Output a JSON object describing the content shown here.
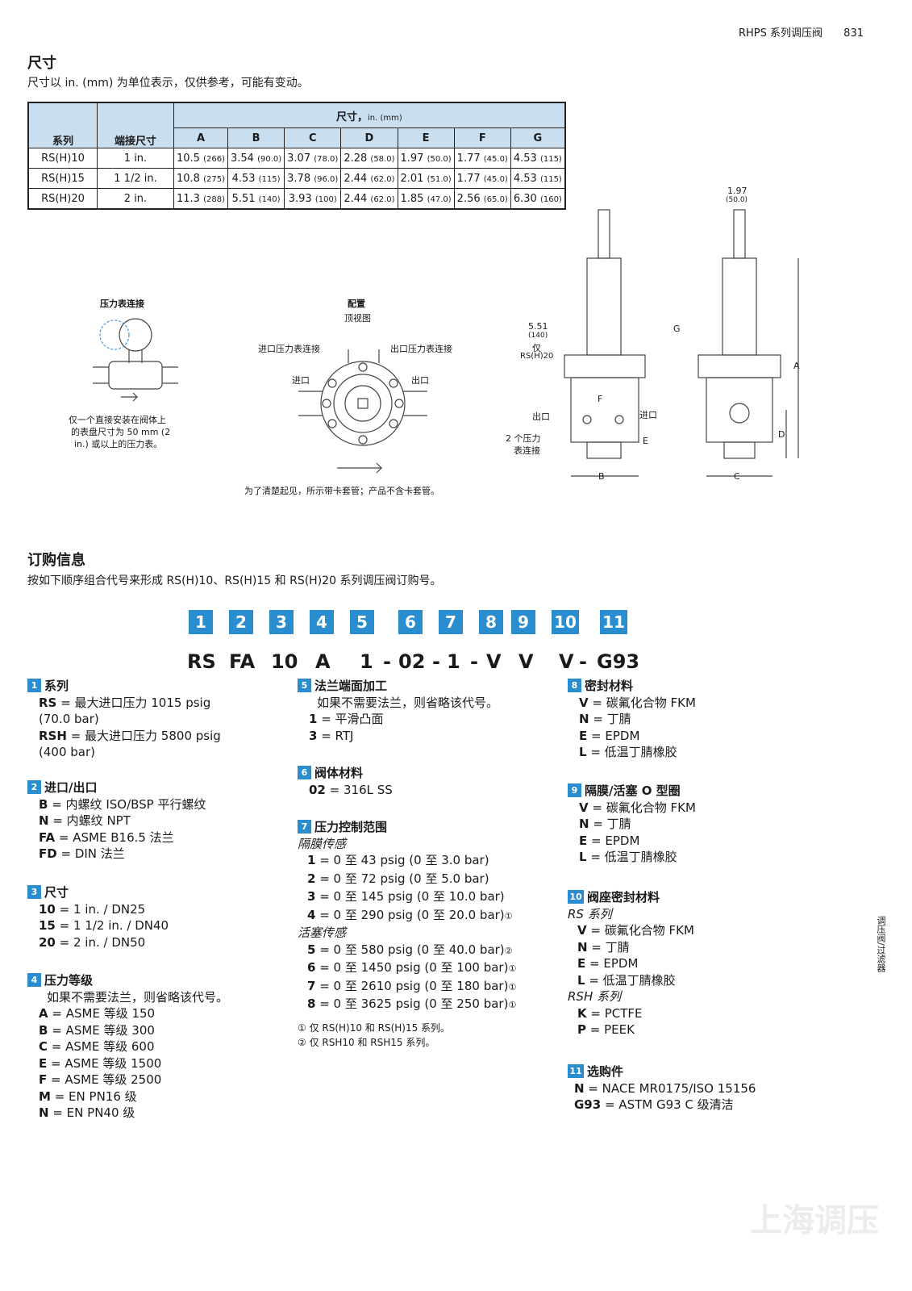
{
  "header": {
    "title": "RHPS  系列调压阀",
    "page": "831"
  },
  "dims": {
    "heading": "尺寸",
    "note": "尺寸以 in. (mm) 为单位表示，仅供参考，可能有变动。",
    "table": {
      "h_series": "系列",
      "h_end": "端接尺寸",
      "h_dim": "尺寸，",
      "h_unit": "in. (mm)",
      "cols": [
        "A",
        "B",
        "C",
        "D",
        "E",
        "F",
        "G"
      ],
      "rows": [
        {
          "s": "RS(H)10",
          "e": "1 in.",
          "v": [
            [
              "10.5",
              "(266)"
            ],
            [
              "3.54",
              "(90.0)"
            ],
            [
              "3.07",
              "(78.0)"
            ],
            [
              "2.28",
              "(58.0)"
            ],
            [
              "1.97",
              "(50.0)"
            ],
            [
              "1.77",
              "(45.0)"
            ],
            [
              "4.53",
              "(115)"
            ]
          ]
        },
        {
          "s": "RS(H)15",
          "e": "1 1/2 in.",
          "v": [
            [
              "10.8",
              "(275)"
            ],
            [
              "4.53",
              "(115)"
            ],
            [
              "3.78",
              "(96.0)"
            ],
            [
              "2.44",
              "(62.0)"
            ],
            [
              "2.01",
              "(51.0)"
            ],
            [
              "1.77",
              "(45.0)"
            ],
            [
              "4.53",
              "(115)"
            ]
          ]
        },
        {
          "s": "RS(H)20",
          "e": "2 in.",
          "v": [
            [
              "11.3",
              "(288)"
            ],
            [
              "5.51",
              "(140)"
            ],
            [
              "3.93",
              "(100)"
            ],
            [
              "2.44",
              "(62.0)"
            ],
            [
              "1.85",
              "(47.0)"
            ],
            [
              "2.56",
              "(65.0)"
            ],
            [
              "6.30",
              "(160)"
            ]
          ]
        }
      ]
    }
  },
  "diagram": {
    "gauge_title": "压力表连接",
    "gauge_note1": "仅一个直接安装在阀体上",
    "gauge_note2": "的表盘尺寸为 50 mm (2",
    "gauge_note3": "in.) 或以上的压力表。",
    "config_title": "配置",
    "config_sub": "顶视图",
    "in_gauge": "进口压力表连接",
    "out_gauge": "出口压力表连接",
    "inlet": "进口",
    "outlet": "出口",
    "clip_note": "为了清楚起见，所示带卡套管；产品不含卡套管。",
    "dim_551": "5.51",
    "dim_140": "(140)",
    "dim_only": "仅",
    "dim_rsh20": "RS(H)20",
    "dim_197": "1.97",
    "dim_50": "(50.0)",
    "two_gauge1": "2 个压力",
    "two_gauge2": "表连接",
    "letters": {
      "A": "A",
      "B": "B",
      "C": "C",
      "D": "D",
      "E": "E",
      "F": "F",
      "G": "G"
    }
  },
  "order": {
    "heading": "订购信息",
    "note": "按如下顺序组合代号来形成 RS(H)10、RS(H)15 和 RS(H)20 系列调压阀订购号。",
    "boxes": [
      "1",
      "2",
      "3",
      "4",
      "5",
      "6",
      "7",
      "8",
      "9",
      "10",
      "11"
    ],
    "code": [
      "RS",
      "FA",
      "10",
      "A",
      "1",
      "-",
      "02",
      "-",
      "1",
      "-",
      "V",
      "V",
      "V",
      "-",
      "G93"
    ]
  },
  "sections": {
    "s1": {
      "n": "1",
      "t": "系列",
      "items": [
        [
          "RS",
          "= 最大进口压力 1015 psig"
        ],
        [
          "",
          "(70.0 bar)"
        ],
        [
          "RSH",
          "= 最大进口压力 5800 psig"
        ],
        [
          "",
          "(400 bar)"
        ]
      ]
    },
    "s2": {
      "n": "2",
      "t": "进口/出口",
      "items": [
        [
          "B",
          "= 内螺纹 ISO/BSP 平行螺纹"
        ],
        [
          "N",
          "= 内螺纹 NPT"
        ],
        [
          "FA",
          "= ASME B16.5 法兰"
        ],
        [
          "FD",
          "= DIN 法兰"
        ]
      ]
    },
    "s3": {
      "n": "3",
      "t": "尺寸",
      "items": [
        [
          "10",
          "= 1 in. / DN25"
        ],
        [
          "15",
          "= 1 1/2 in. / DN40"
        ],
        [
          "20",
          "= 2 in. / DN50"
        ]
      ]
    },
    "s4": {
      "n": "4",
      "t": "压力等级",
      "sub": "如果不需要法兰，则省略该代号。",
      "items": [
        [
          "A",
          "= ASME 等级 150"
        ],
        [
          "B",
          "= ASME 等级 300"
        ],
        [
          "C",
          "= ASME 等级 600"
        ],
        [
          "E",
          "= ASME 等级 1500"
        ],
        [
          "F",
          "= ASME 等级 2500"
        ],
        [
          "M",
          "= EN PN16 级"
        ],
        [
          "N",
          "= EN PN40 级"
        ]
      ]
    },
    "s5": {
      "n": "5",
      "t": "法兰端面加工",
      "sub": "如果不需要法兰，则省略该代号。",
      "items": [
        [
          "1",
          "= 平滑凸面"
        ],
        [
          "3",
          "= RTJ"
        ]
      ]
    },
    "s6": {
      "n": "6",
      "t": "阀体材料",
      "items": [
        [
          "02",
          "= 316L SS"
        ]
      ]
    },
    "s7": {
      "n": "7",
      "t": "压力控制范围",
      "g1": "隔膜传感",
      "items1": [
        [
          "1",
          "= 0 至 43 psig  (0 至 3.0 bar)",
          ""
        ],
        [
          "2",
          "= 0 至 72 psig  (0 至 5.0 bar)",
          ""
        ],
        [
          "3",
          "= 0 至 145 psig  (0 至 10.0 bar)",
          ""
        ],
        [
          "4",
          "= 0 至 290 psig  (0 至 20.0 bar)",
          "①"
        ]
      ],
      "g2": "活塞传感",
      "items2": [
        [
          "5",
          "= 0 至 580 psig  (0 至 40.0 bar)",
          "②"
        ],
        [
          "6",
          "= 0 至 1450 psig  (0 至 100 bar)",
          "①"
        ],
        [
          "7",
          "= 0 至 2610 psig  (0 至 180 bar)",
          "①"
        ],
        [
          "8",
          "= 0 至 3625 psig  (0 至 250 bar)",
          "①"
        ]
      ],
      "fn1": "①  仅 RS(H)10 和 RS(H)15 系列。",
      "fn2": "②  仅 RSH10 和 RSH15 系列。"
    },
    "s8": {
      "n": "8",
      "t": "密封材料",
      "items": [
        [
          "V",
          "= 碳氟化合物 FKM"
        ],
        [
          "N",
          "= 丁腈"
        ],
        [
          "E",
          "= EPDM"
        ],
        [
          "L",
          "= 低温丁腈橡胶"
        ]
      ]
    },
    "s9": {
      "n": "9",
      "t": "隔膜/活塞 O 型圈",
      "items": [
        [
          "V",
          "= 碳氟化合物 FKM"
        ],
        [
          "N",
          "= 丁腈"
        ],
        [
          "E",
          "= EPDM"
        ],
        [
          "L",
          "= 低温丁腈橡胶"
        ]
      ]
    },
    "s10": {
      "n": "10",
      "t": "阀座密封材料",
      "g1": "RS 系列",
      "items1": [
        [
          "V",
          "= 碳氟化合物 FKM"
        ],
        [
          "N",
          "= 丁腈"
        ],
        [
          "E",
          "= EPDM"
        ],
        [
          "L",
          "= 低温丁腈橡胶"
        ]
      ],
      "g2": "RSH 系列",
      "items2": [
        [
          "K",
          "= PCTFE"
        ],
        [
          "P",
          "= PEEK"
        ]
      ]
    },
    "s11": {
      "n": "11",
      "t": "选购件",
      "items": [
        [
          "N",
          "= NACE MR0175/ISO 15156"
        ],
        [
          "G93",
          "= ASTM G93 C 级清洁"
        ]
      ]
    }
  },
  "side_label": "调压阀/过滤器",
  "watermark": "上海调压"
}
